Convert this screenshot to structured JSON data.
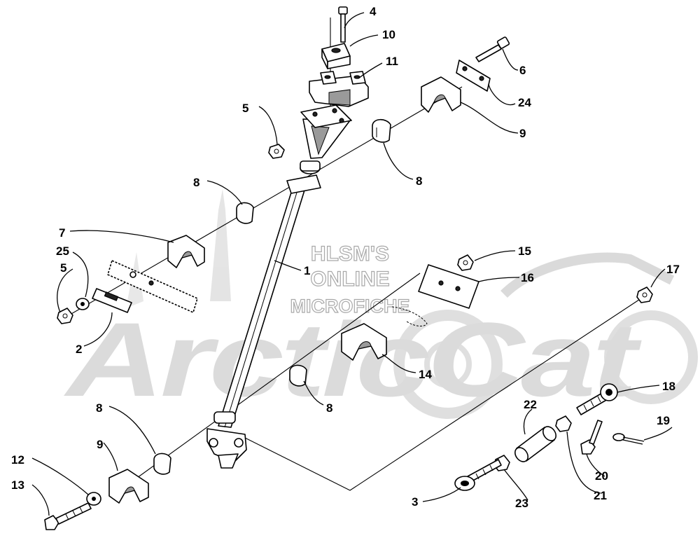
{
  "watermark": {
    "line1": "HLSM'S",
    "line2": "ONLINE",
    "line3": "MICROFICHE",
    "brand": "ArcticCat"
  },
  "parts": [
    {
      "number": "1",
      "name": "steering-post"
    },
    {
      "number": "2",
      "name": "plate"
    },
    {
      "number": "3",
      "name": "tie-rod-end"
    },
    {
      "number": "4",
      "name": "cap-screw"
    },
    {
      "number": "5",
      "name": "lock-nut"
    },
    {
      "number": "6",
      "name": "cap-screw"
    },
    {
      "number": "7",
      "name": "bearing-cap"
    },
    {
      "number": "8",
      "name": "bushing"
    },
    {
      "number": "9",
      "name": "bearing-cap"
    },
    {
      "number": "10",
      "name": "handlebar-clamp"
    },
    {
      "number": "11",
      "name": "handlebar-block"
    },
    {
      "number": "12",
      "name": "washer"
    },
    {
      "number": "13",
      "name": "cap-screw"
    },
    {
      "number": "14",
      "name": "bearing-cap"
    },
    {
      "number": "15",
      "name": "lock-nut"
    },
    {
      "number": "16",
      "name": "plate"
    },
    {
      "number": "17",
      "name": "lock-nut"
    },
    {
      "number": "18",
      "name": "tie-rod-end"
    },
    {
      "number": "19",
      "name": "cotter-pin"
    },
    {
      "number": "20",
      "name": "cap-screw"
    },
    {
      "number": "21",
      "name": "jam-nut"
    },
    {
      "number": "22",
      "name": "tie-rod"
    },
    {
      "number": "23",
      "name": "jam-nut"
    },
    {
      "number": "24",
      "name": "plate"
    },
    {
      "number": "25",
      "name": "washer"
    }
  ],
  "labels": [
    {
      "id": "lbl-4",
      "text": "4"
    },
    {
      "id": "lbl-10",
      "text": "10"
    },
    {
      "id": "lbl-11",
      "text": "11"
    },
    {
      "id": "lbl-6",
      "text": "6"
    },
    {
      "id": "lbl-5a",
      "text": "5"
    },
    {
      "id": "lbl-24",
      "text": "24"
    },
    {
      "id": "lbl-9a",
      "text": "9"
    },
    {
      "id": "lbl-8a",
      "text": "8"
    },
    {
      "id": "lbl-8b",
      "text": "8"
    },
    {
      "id": "lbl-7",
      "text": "7"
    },
    {
      "id": "lbl-25",
      "text": "25"
    },
    {
      "id": "lbl-5b",
      "text": "5"
    },
    {
      "id": "lbl-1",
      "text": "1"
    },
    {
      "id": "lbl-15",
      "text": "15"
    },
    {
      "id": "lbl-16",
      "text": "16"
    },
    {
      "id": "lbl-2",
      "text": "2"
    },
    {
      "id": "lbl-17",
      "text": "17"
    },
    {
      "id": "lbl-14",
      "text": "14"
    },
    {
      "id": "lbl-18",
      "text": "18"
    },
    {
      "id": "lbl-8c",
      "text": "8"
    },
    {
      "id": "lbl-22",
      "text": "22"
    },
    {
      "id": "lbl-8d",
      "text": "8"
    },
    {
      "id": "lbl-19",
      "text": "19"
    },
    {
      "id": "lbl-9b",
      "text": "9"
    },
    {
      "id": "lbl-20",
      "text": "20"
    },
    {
      "id": "lbl-12",
      "text": "12"
    },
    {
      "id": "lbl-13",
      "text": "13"
    },
    {
      "id": "lbl-3",
      "text": "3"
    },
    {
      "id": "lbl-23",
      "text": "23"
    },
    {
      "id": "lbl-21",
      "text": "21"
    }
  ]
}
